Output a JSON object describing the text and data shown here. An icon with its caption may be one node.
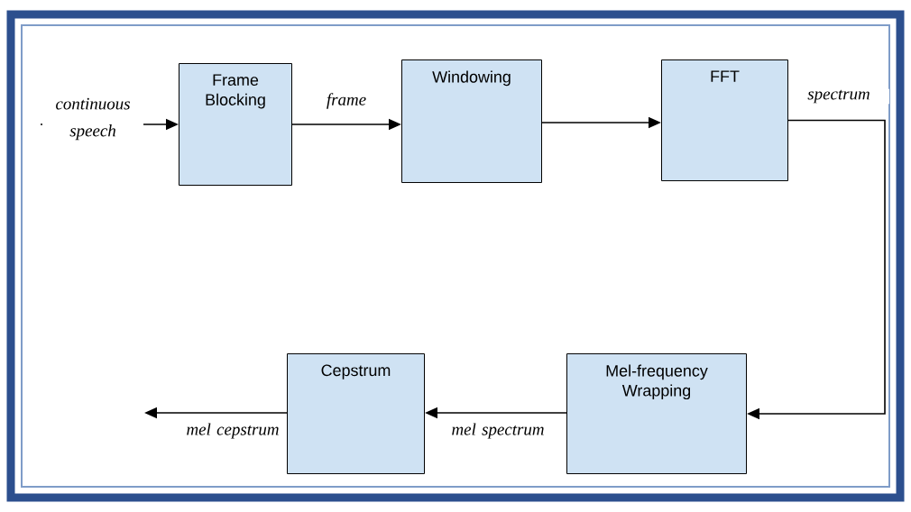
{
  "diagram": {
    "nodes": [
      {
        "text": [
          "Frame Blocking"
        ]
      },
      {
        "text": [
          "Windowing"
        ]
      },
      {
        "text": [
          "FFT"
        ]
      },
      {
        "text": [
          "Mel-frequency Wrapping"
        ]
      },
      {
        "text": [
          "Cepstrum"
        ]
      }
    ],
    "edges": [
      {
        "from": null,
        "to": 0,
        "arrow": "to",
        "label": "continuous speech"
      },
      {
        "from": 0,
        "to": 1,
        "arrow": "to",
        "label": "frame"
      },
      {
        "from": 1,
        "to": 2,
        "arrow": "to"
      },
      {
        "from": 2,
        "to": 3,
        "arrow": "to",
        "label": "spectrum"
      },
      {
        "from": 3,
        "to": 4,
        "arrow": "to",
        "label": "mel spectrum"
      },
      {
        "from": 4,
        "to": null,
        "arrow": "to",
        "label": "mel cepstrum"
      }
    ]
  }
}
